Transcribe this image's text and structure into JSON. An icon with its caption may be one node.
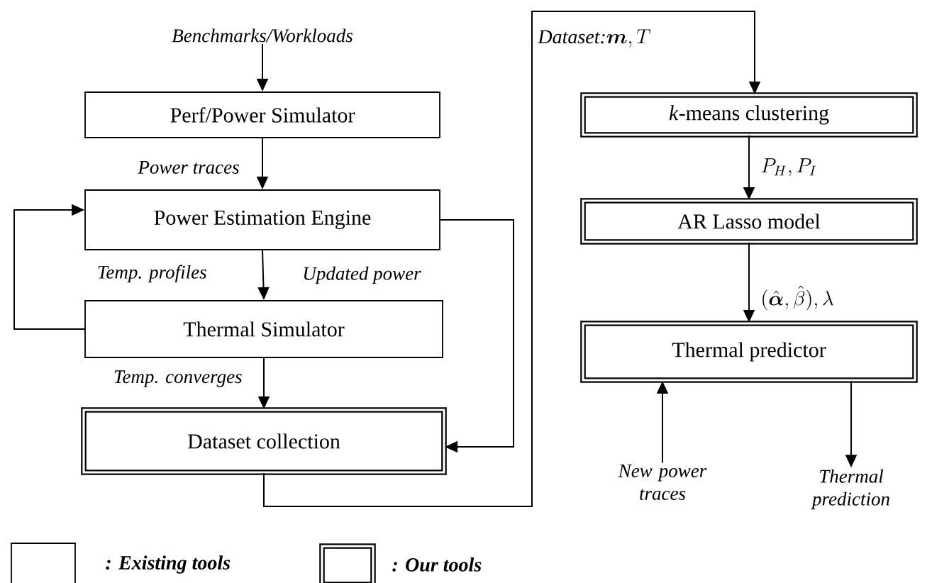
{
  "diagram": {
    "nodes": [
      {
        "text": [
          "Benchmarks/Workloads"
        ]
      },
      {
        "text": [
          "Perf/Power Simulator"
        ]
      },
      {
        "text": [
          "Power Estimation Engine"
        ]
      },
      {
        "text": [
          "Thermal Simulator"
        ]
      },
      {
        "text": [
          "Dataset collection"
        ]
      },
      {
        "text": [
          "*k*-means clustering"
        ]
      },
      {
        "text": [
          "AR Lasso model"
        ]
      },
      {
        "text": [
          "Thermal predictor"
        ]
      },
      {
        "text": [
          "New power traces"
        ]
      },
      {
        "text": [
          "Thermal prediction"
        ]
      }
    ],
    "edges": [
      {
        "from": 0,
        "to": 1,
        "arrow": "to"
      },
      {
        "from": 1,
        "to": 2,
        "arrow": "to",
        "label": "Power traces"
      },
      {
        "from": 2,
        "to": 3,
        "arrow": "to",
        "label": "Updated power"
      },
      {
        "from": 3,
        "to": 2,
        "arrow": "to",
        "label": "Temp. profiles"
      },
      {
        "from": 3,
        "to": 4,
        "arrow": "to",
        "label": "Temp. converges"
      },
      {
        "from": 2,
        "to": 4,
        "arrow": "to"
      },
      {
        "from": 4,
        "to": 5,
        "arrow": "to",
        "label": "\\textit{Dataset:}\\boldsymbol{m}, T"
      },
      {
        "from": 5,
        "to": 6,
        "arrow": "to",
        "label": "P_H, P_I"
      },
      {
        "from": 6,
        "to": 7,
        "arrow": "to",
        "label": "(\\hat{\\boldsymbol{\\alpha}}, \\hat{\\beta}), \\lambda"
      },
      {
        "from": 8,
        "to": 7,
        "arrow": "to"
      },
      {
        "from": 7,
        "to": 9,
        "arrow": "to"
      }
    ],
    "legend": [
      {
        "text": ": Existing tools"
      },
      {
        "text": ": Our tools"
      }
    ]
  }
}
